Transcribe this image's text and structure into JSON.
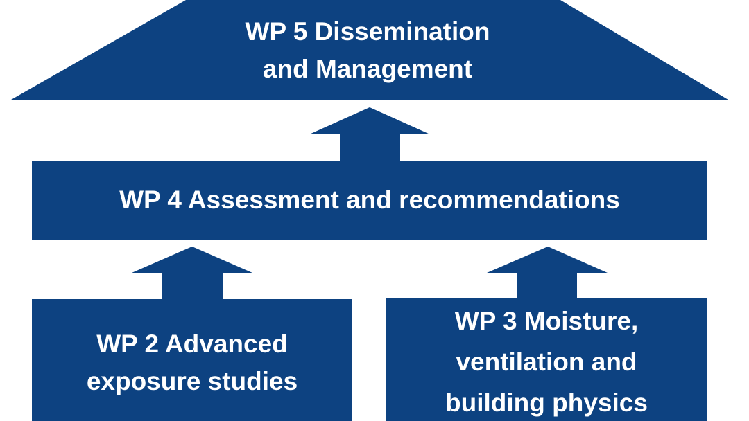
{
  "colors": {
    "box_fill": "#0d4281",
    "text": "#ffffff",
    "background": "#ffffff"
  },
  "wp5": {
    "line1": "WP 5 Dissemination",
    "line2": "and Management"
  },
  "wp4": {
    "line1": "WP 4 Assessment and recommendations"
  },
  "wp2": {
    "line1": "WP 2 Advanced",
    "line2": "exposure studies"
  },
  "wp3": {
    "line1": "WP 3 Moisture,",
    "line2": "ventilation and",
    "line3": "building physics"
  }
}
